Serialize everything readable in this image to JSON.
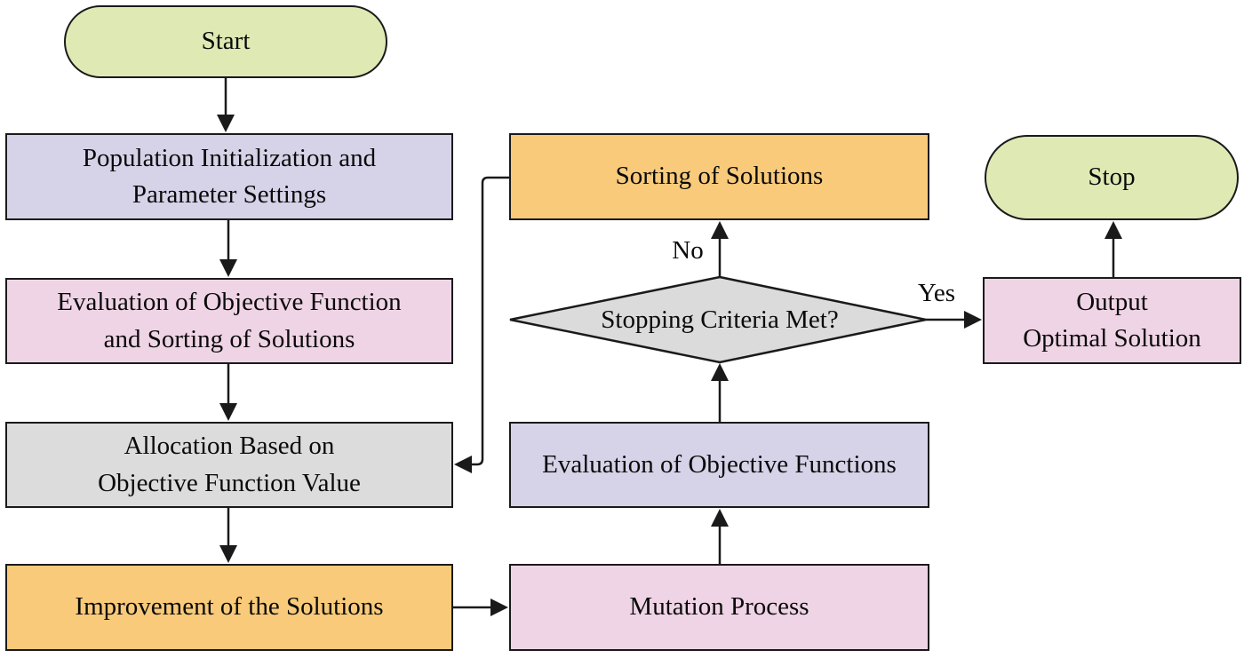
{
  "flowchart": {
    "nodes": {
      "start": {
        "label": "Start",
        "shape": "terminator",
        "color": "#dfe9b4"
      },
      "population": {
        "label": "Population Initialization and\nParameter Settings",
        "shape": "process",
        "color": "#d6d3e8"
      },
      "evaluation_sorting": {
        "label": "Evaluation of Objective Function\nand Sorting of Solutions",
        "shape": "process",
        "color": "#efd4e6"
      },
      "allocation": {
        "label": "Allocation Based on\nObjective Function Value",
        "shape": "process",
        "color": "#dcdcdc"
      },
      "improvement": {
        "label": "Improvement of the Solutions",
        "shape": "process",
        "color": "#f8ca7a"
      },
      "sorting": {
        "label": "Sorting of Solutions",
        "shape": "process",
        "color": "#f8ca7a"
      },
      "decision": {
        "label": "Stopping Criteria Met?",
        "shape": "decision",
        "color": "#dbdbdb"
      },
      "evaluation_functions": {
        "label": "Evaluation of Objective Functions",
        "shape": "process",
        "color": "#d6d3e8"
      },
      "mutation": {
        "label": "Mutation Process",
        "shape": "process",
        "color": "#efd4e6"
      },
      "output": {
        "label": "Output\nOptimal Solution",
        "shape": "process",
        "color": "#efd4e6"
      },
      "stop": {
        "label": "Stop",
        "shape": "terminator",
        "color": "#dfe9b4"
      }
    },
    "edge_labels": {
      "no": "No",
      "yes": "Yes"
    },
    "line_color": "#1a1a1a"
  }
}
